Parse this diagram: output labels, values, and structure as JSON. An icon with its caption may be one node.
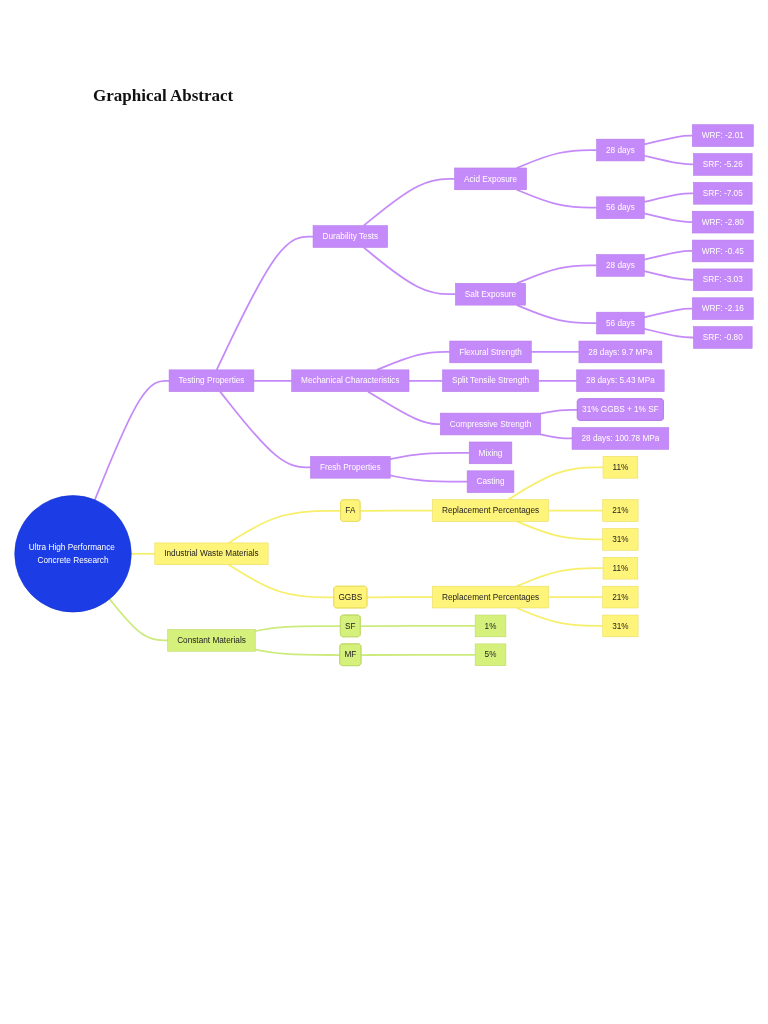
{
  "diagram": {
    "title": "Graphical Abstract",
    "nodes": [
      {
        "text": [
          "Ultra High Performance Concrete Research"
        ]
      },
      {
        "text": [
          "Testing Properties"
        ]
      },
      {
        "text": [
          "Durability Tests"
        ]
      },
      {
        "text": [
          "Acid Exposure"
        ]
      },
      {
        "text": [
          "28 days"
        ]
      },
      {
        "text": [
          "WRF: -2.01"
        ]
      },
      {
        "text": [
          "SRF: -5.26"
        ]
      },
      {
        "text": [
          "56 days"
        ]
      },
      {
        "text": [
          "SRF: -7.05"
        ]
      },
      {
        "text": [
          "WRF: -2.80"
        ]
      },
      {
        "text": [
          "Salt Exposure"
        ]
      },
      {
        "text": [
          "28 days"
        ]
      },
      {
        "text": [
          "WRF: -0.45"
        ]
      },
      {
        "text": [
          "SRF: -3.03"
        ]
      },
      {
        "text": [
          "56 days"
        ]
      },
      {
        "text": [
          "WRF: -2.16"
        ]
      },
      {
        "text": [
          "SRF: -0.80"
        ]
      },
      {
        "text": [
          "Mechanical Characteristics"
        ]
      },
      {
        "text": [
          "Flexural Strength"
        ]
      },
      {
        "text": [
          "28 days: 9.7 MPa"
        ]
      },
      {
        "text": [
          "Split Tensile Strength"
        ]
      },
      {
        "text": [
          "28 days: 5.43 MPa"
        ]
      },
      {
        "text": [
          "Compressive Strength"
        ]
      },
      {
        "text": [
          "31% GGBS + 1% SF"
        ]
      },
      {
        "text": [
          "28 days: 100.78 MPa"
        ]
      },
      {
        "text": [
          "Fresh Properties"
        ]
      },
      {
        "text": [
          "Mixing"
        ]
      },
      {
        "text": [
          "Casting"
        ]
      },
      {
        "text": [
          "Industrial Waste Materials"
        ]
      },
      {
        "text": [
          "FA"
        ]
      },
      {
        "text": [
          "Replacement Percentages"
        ]
      },
      {
        "text": [
          "11%"
        ]
      },
      {
        "text": [
          "21%"
        ]
      },
      {
        "text": [
          "31%"
        ]
      },
      {
        "text": [
          "GGBS"
        ]
      },
      {
        "text": [
          "Replacement Percentages"
        ]
      },
      {
        "text": [
          "11%"
        ]
      },
      {
        "text": [
          "21%"
        ]
      },
      {
        "text": [
          "31%"
        ]
      },
      {
        "text": [
          "Constant Materials"
        ]
      },
      {
        "text": [
          "SF"
        ]
      },
      {
        "text": [
          "1%"
        ]
      },
      {
        "text": [
          "MF"
        ]
      },
      {
        "text": [
          "5%"
        ]
      }
    ],
    "edges": [
      {
        "from": 0,
        "to": 1,
        "arrow": "none"
      },
      {
        "from": 1,
        "to": 2,
        "arrow": "none"
      },
      {
        "from": 2,
        "to": 3,
        "arrow": "none"
      },
      {
        "from": 3,
        "to": 4,
        "arrow": "none"
      },
      {
        "from": 4,
        "to": 5,
        "arrow": "none"
      },
      {
        "from": 4,
        "to": 6,
        "arrow": "none"
      },
      {
        "from": 3,
        "to": 7,
        "arrow": "none"
      },
      {
        "from": 7,
        "to": 8,
        "arrow": "none"
      },
      {
        "from": 7,
        "to": 9,
        "arrow": "none"
      },
      {
        "from": 2,
        "to": 10,
        "arrow": "none"
      },
      {
        "from": 10,
        "to": 11,
        "arrow": "none"
      },
      {
        "from": 11,
        "to": 12,
        "arrow": "none"
      },
      {
        "from": 11,
        "to": 13,
        "arrow": "none"
      },
      {
        "from": 10,
        "to": 14,
        "arrow": "none"
      },
      {
        "from": 14,
        "to": 15,
        "arrow": "none"
      },
      {
        "from": 14,
        "to": 16,
        "arrow": "none"
      },
      {
        "from": 1,
        "to": 17,
        "arrow": "none"
      },
      {
        "from": 17,
        "to": 18,
        "arrow": "none"
      },
      {
        "from": 18,
        "to": 19,
        "arrow": "none"
      },
      {
        "from": 17,
        "to": 20,
        "arrow": "none"
      },
      {
        "from": 20,
        "to": 21,
        "arrow": "none"
      },
      {
        "from": 17,
        "to": 22,
        "arrow": "none"
      },
      {
        "from": 22,
        "to": 23,
        "arrow": "none"
      },
      {
        "from": 22,
        "to": 24,
        "arrow": "none"
      },
      {
        "from": 1,
        "to": 25,
        "arrow": "none"
      },
      {
        "from": 25,
        "to": 26,
        "arrow": "none"
      },
      {
        "from": 25,
        "to": 27,
        "arrow": "none"
      },
      {
        "from": 0,
        "to": 28,
        "arrow": "none",
        "color": "#f7ef6a"
      },
      {
        "from": 28,
        "to": 29,
        "arrow": "none",
        "color": "#f7ef6a"
      },
      {
        "from": 29,
        "to": 30,
        "arrow": "none",
        "color": "#f7ef6a"
      },
      {
        "from": 30,
        "to": 31,
        "arrow": "none",
        "color": "#f7ef6a"
      },
      {
        "from": 30,
        "to": 32,
        "arrow": "none",
        "color": "#f7ef6a"
      },
      {
        "from": 30,
        "to": 33,
        "arrow": "none",
        "color": "#f7ef6a"
      },
      {
        "from": 28,
        "to": 34,
        "arrow": "none",
        "color": "#f7ef6a"
      },
      {
        "from": 34,
        "to": 35,
        "arrow": "none",
        "color": "#f7ef6a"
      },
      {
        "from": 35,
        "to": 36,
        "arrow": "none",
        "color": "#f7ef6a"
      },
      {
        "from": 35,
        "to": 37,
        "arrow": "none",
        "color": "#f7ef6a"
      },
      {
        "from": 35,
        "to": 38,
        "arrow": "none",
        "color": "#f7ef6a"
      },
      {
        "from": 0,
        "to": 39,
        "arrow": "none",
        "color": "#cdeb7c"
      },
      {
        "from": 39,
        "to": 40,
        "arrow": "none",
        "color": "#cdeb7c"
      },
      {
        "from": 40,
        "to": 41,
        "arrow": "none",
        "color": "#cdeb7c"
      },
      {
        "from": 39,
        "to": 42,
        "arrow": "none",
        "color": "#cdeb7c"
      },
      {
        "from": 42,
        "to": 43,
        "arrow": "none",
        "color": "#cdeb7c"
      }
    ]
  }
}
